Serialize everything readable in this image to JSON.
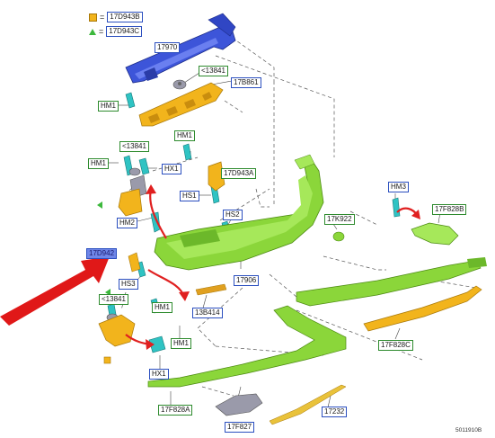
{
  "legend": [
    {
      "symbol": "orange-square",
      "code": "17D943B"
    },
    {
      "symbol": "green-triangle",
      "code": "17D943C"
    }
  ],
  "parts": {
    "p17970": "17970",
    "p13841_top": "13841",
    "p17B861": "17B861",
    "hm1_a": "HM1",
    "hm1_b": "HM1",
    "hm1_c": "HM1",
    "hm1_d": "HM1",
    "hm1_e": "HM1",
    "p13841_mid": "13841",
    "hx1_a": "HX1",
    "hx1_b": "HX1",
    "p17D943A": "17D943A",
    "hs1": "HS1",
    "hs2": "HS2",
    "hs3": "HS3",
    "hm2": "HM2",
    "hm3": "HM3",
    "p17K922": "17K922",
    "p17F828B": "17F828B",
    "p17D942": "17D942",
    "p17906": "17906",
    "p13841_low": "13841",
    "p13B414": "13B414",
    "p17F828C": "17F828C",
    "p17F828A": "17F828A",
    "p17F827": "17F827",
    "p17232": "17232"
  },
  "diagram_code": "5011910B",
  "colors": {
    "label_green": "#2e8b2e",
    "label_blue": "#2b4fbf",
    "highlight_blue": "#6f86e8",
    "bumper_green": "#8bd63a",
    "reinforcement_blue": "#3d55d9",
    "absorber_orange": "#f2b41c",
    "clip_teal": "#2fc3c3",
    "arrow_red": "#e02020"
  }
}
